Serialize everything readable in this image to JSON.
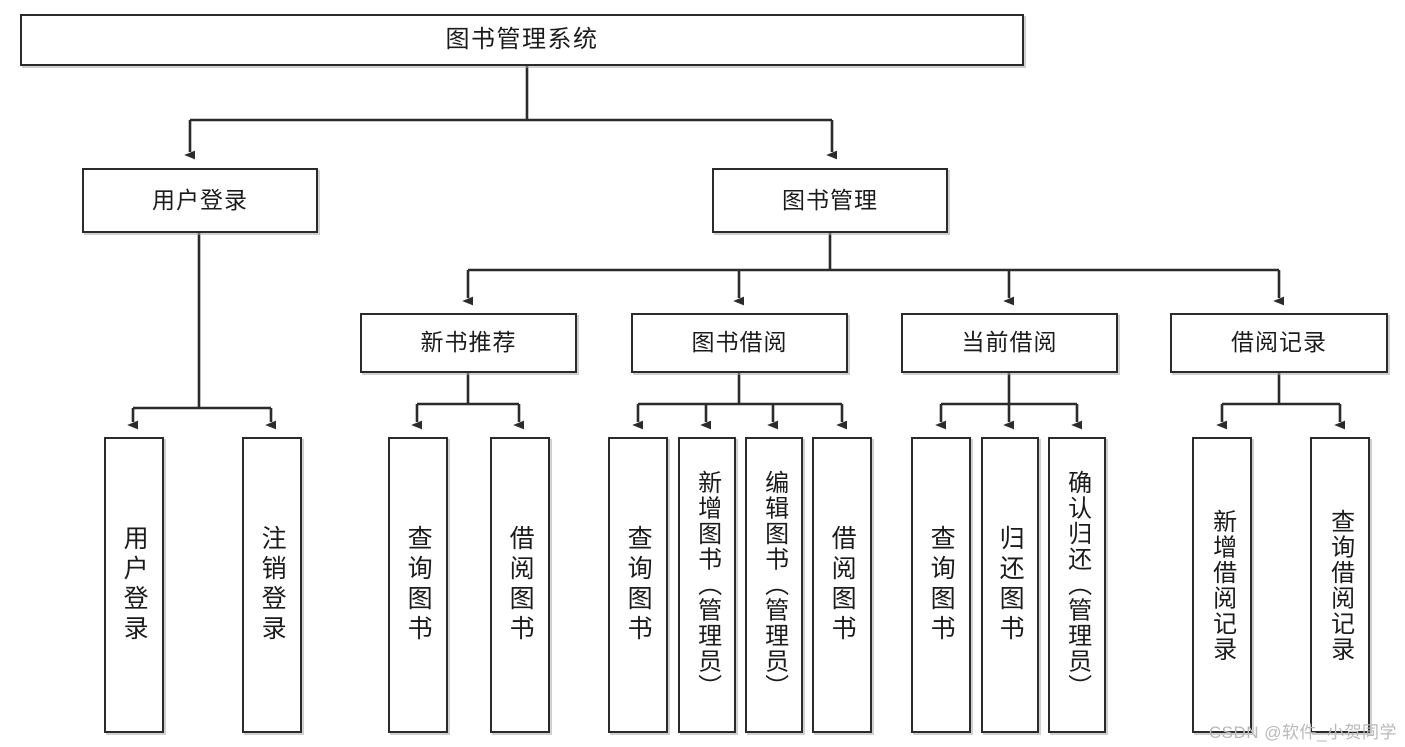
{
  "diagram": {
    "title_node": "图书管理系统",
    "watermark": "CSDN @软件_小贺同学",
    "colors": {
      "box_border": "#2b2b2b",
      "box_fill": "#ffffff",
      "edge": "#2b2b2b",
      "text": "#1b1b1b",
      "watermark": "#b9b9b9"
    },
    "nodes": {
      "root": "图书管理系统",
      "level2": {
        "user_login": "用户登录",
        "book_manage": "图书管理"
      },
      "level3": {
        "new_book_recommend": "新书推荐",
        "book_borrow": "图书借阅",
        "current_borrow": "当前借阅",
        "borrow_record": "借阅记录"
      },
      "leaves": {
        "user_login_children": [
          "用户登录",
          "注销登录"
        ],
        "new_book_recommend_children": [
          "查询图书",
          "借阅图书"
        ],
        "book_borrow_children": [
          "查询图书",
          "新增图书（管理员）",
          "编辑图书（管理员）",
          "借阅图书"
        ],
        "current_borrow_children": [
          "查询图书",
          "归还图书",
          "确认归还（管理员）"
        ],
        "borrow_record_children": [
          "新增借阅记录",
          "查询借阅记录"
        ]
      }
    }
  }
}
